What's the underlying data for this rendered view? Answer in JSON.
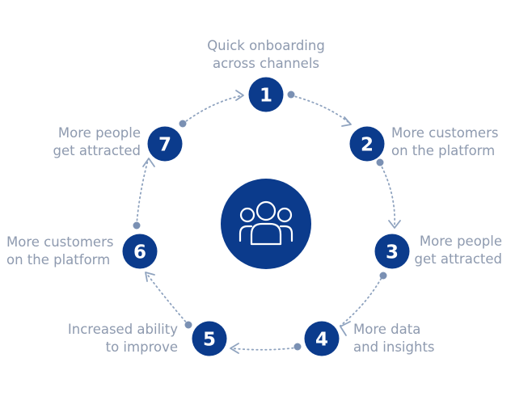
{
  "colors": {
    "node": "#0b3b8c",
    "center": "#0b3b8c",
    "connector": "#8fa3bf",
    "dot": "#7a90b3",
    "label": "#8e9aaf"
  },
  "center_icon": "people-group-icon",
  "steps": [
    {
      "number": "1",
      "line1": "Quick onboarding",
      "line2": "across channels"
    },
    {
      "number": "2",
      "line1": "More customers",
      "line2": "on the platform"
    },
    {
      "number": "3",
      "line1": "More people",
      "line2": "get attracted"
    },
    {
      "number": "4",
      "line1": "More data",
      "line2": "and insights"
    },
    {
      "number": "5",
      "line1": "Increased ability",
      "line2": "to improve"
    },
    {
      "number": "6",
      "line1": "More customers",
      "line2": "on the platform"
    },
    {
      "number": "7",
      "line1": "More people",
      "line2": "get attracted"
    }
  ]
}
